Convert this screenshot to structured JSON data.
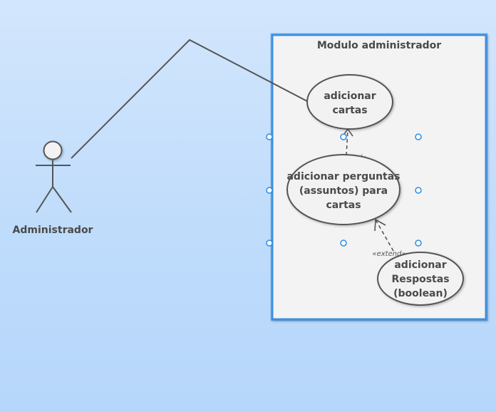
{
  "actor": {
    "name": "Administrador"
  },
  "system_boundary": {
    "title": "Modulo administrador"
  },
  "use_cases": [
    {
      "id": "uc-cartas",
      "lines": [
        "adicionar",
        "cartas"
      ]
    },
    {
      "id": "uc-perguntas",
      "lines": [
        "adicionar perguntas",
        "(assuntos) para",
        "cartas"
      ]
    },
    {
      "id": "uc-respostas",
      "lines": [
        "adicionar",
        "Respostas",
        "(boolean)"
      ]
    }
  ],
  "relationships": [
    {
      "type": "extend",
      "label": "«extend»",
      "from": "uc-perguntas",
      "to": "uc-cartas"
    },
    {
      "type": "extend",
      "label": "«extend»",
      "from": "uc-respostas",
      "to": "uc-perguntas"
    }
  ],
  "colors": {
    "boundary_border": "#3d8fe0",
    "boundary_fill": "#f3f3f3",
    "ellipse_fill": "#f2f2f2",
    "line": "#555555",
    "handle": "#2f8ee6"
  }
}
